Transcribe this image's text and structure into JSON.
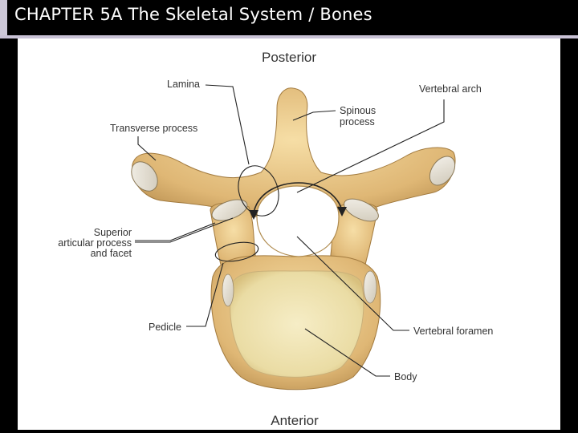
{
  "slide": {
    "title": "CHAPTER 5A  The Skeletal System / Bones"
  },
  "diagram": {
    "orientation_top": "Posterior",
    "orientation_bottom": "Anterior",
    "labels": {
      "lamina": "Lamina",
      "vertebral_arch": "Vertebral arch",
      "spinous_process_1": "Spinous",
      "spinous_process_2": "process",
      "transverse_process": "Transverse process",
      "superior_articular_1": "Superior",
      "superior_articular_2": "articular process",
      "superior_articular_3": "and facet",
      "pedicle": "Pedicle",
      "vertebral_foramen": "Vertebral foramen",
      "body": "Body"
    },
    "colors": {
      "bone": "#e8c98e",
      "bone_dark": "#b98f50",
      "body_face": "#f1e6b6",
      "leader": "#222222"
    }
  }
}
